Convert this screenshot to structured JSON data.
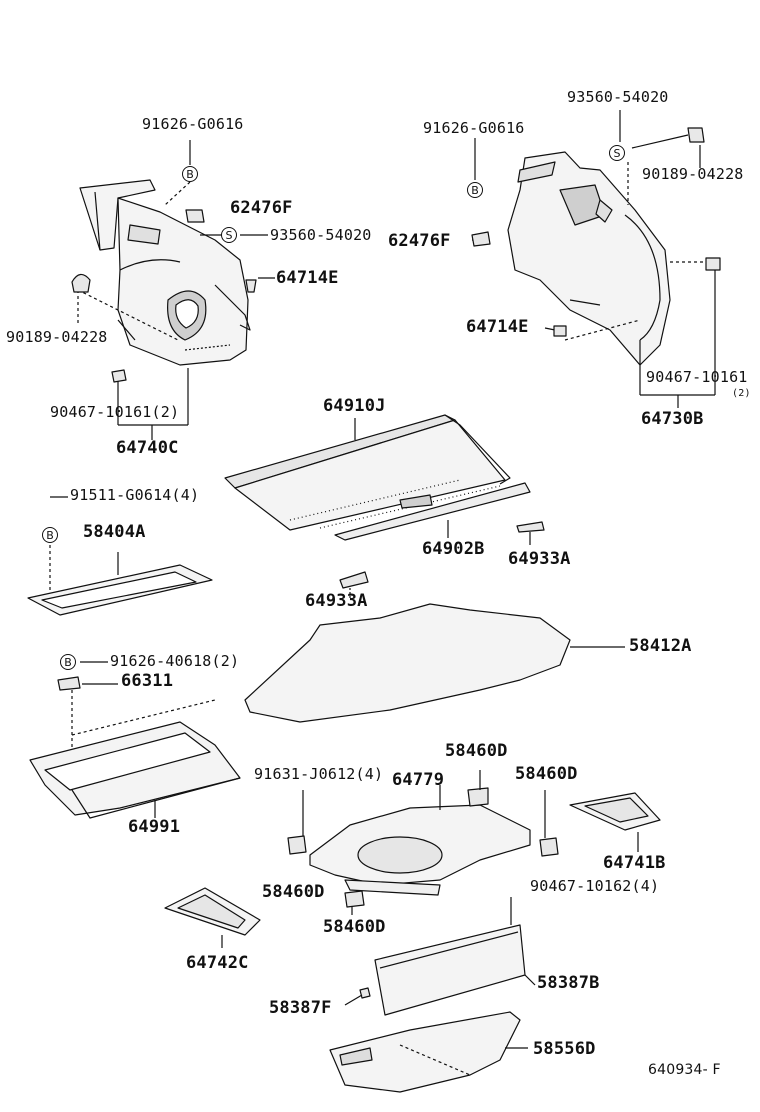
{
  "diagram": {
    "code": "640934- F",
    "symbols": {
      "b": "B",
      "s": "S"
    },
    "colors": {
      "line": "#111111",
      "fill": "#f4f4f4",
      "shade": "#cfcfcf"
    },
    "labels": {
      "p91626_G0616_left": "91626-G0616",
      "p62476F_left": "62476F",
      "p93560_54020_left": "93560-54020",
      "p64714E_left": "64714E",
      "p90189_04228_left": "90189-04228",
      "p90467_10161_left": "90467-10161(2)",
      "p64740C": "64740C",
      "p93560_54020_right": "93560-54020",
      "p91626_G0616_right": "91626-G0616",
      "p90189_04228_right": "90189-04228",
      "p62476F_right": "62476F",
      "p64714E_right": "64714E",
      "p90467_10161_right": "90467-10161",
      "p2_right": "(2)",
      "p64730B": "64730B",
      "p64910J": "64910J",
      "p91511_G0614": "91511-G0614(4)",
      "p58404A": "58404A",
      "p64902B": "64902B",
      "p64933A_right": "64933A",
      "p64933A_left": "64933A",
      "p58412A": "58412A",
      "p91626_40618": "91626-40618(2)",
      "p66311": "66311",
      "p58460D_top": "58460D",
      "p91631_J0612": "91631-J0612(4)",
      "p64779": "64779",
      "p58460D_right": "58460D",
      "p64991": "64991",
      "p64741B": "64741B",
      "p58460D_left": "58460D",
      "p90467_10162": "90467-10162(4)",
      "p58460D_bottom": "58460D",
      "p64742C": "64742C",
      "p58387B": "58387B",
      "p58387F": "58387F",
      "p58556D": "58556D"
    }
  }
}
